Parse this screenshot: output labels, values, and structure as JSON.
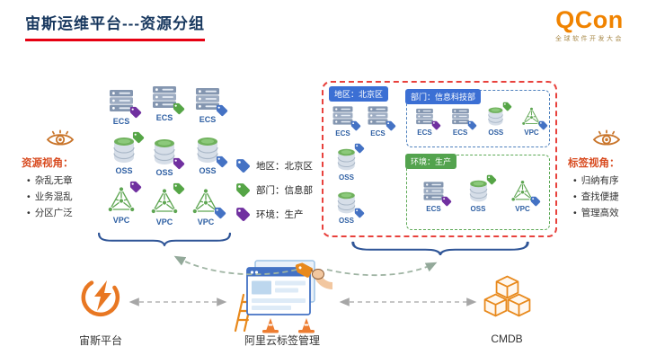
{
  "title": "宙斯运维平台---资源分组",
  "logo": {
    "name": "QCon",
    "subtitle": "全球软件开发大会"
  },
  "resource_view": {
    "heading": "资源视角：",
    "bullets": [
      "杂乱无章",
      "业务混乱",
      "分区广泛"
    ]
  },
  "tag_view": {
    "heading": "标签视角：",
    "bullets": [
      "归纳有序",
      "查找便捷",
      "管理高效"
    ]
  },
  "legend": {
    "items": [
      {
        "id": "region",
        "label": "地区：北京区",
        "color": "#4472C4"
      },
      {
        "id": "department",
        "label": "部门：信息部",
        "color": "#55A546"
      },
      {
        "id": "environment",
        "label": "环境：生产",
        "color": "#7030A0"
      }
    ]
  },
  "resource_labels": {
    "ecs": "ECS",
    "oss": "OSS",
    "vpc": "VPC"
  },
  "groups": {
    "region": "地区：北京区",
    "department": "部门：信息科技部",
    "environment": "环境：生产"
  },
  "flow": {
    "zeus": "宙斯平台",
    "tag_manager": "阿里云标签管理",
    "cmdb": "CMDB"
  },
  "colors": {
    "title": "#17375E",
    "underline_red": "#E60012",
    "brand_orange": "#F08300",
    "tag_blue": "#4472C4",
    "tag_green": "#55A546",
    "tag_purple": "#7030A0",
    "group_box_red": "#E8413C",
    "group_label_blue": "#3B6FD4",
    "group_label_green": "#53A34E"
  }
}
